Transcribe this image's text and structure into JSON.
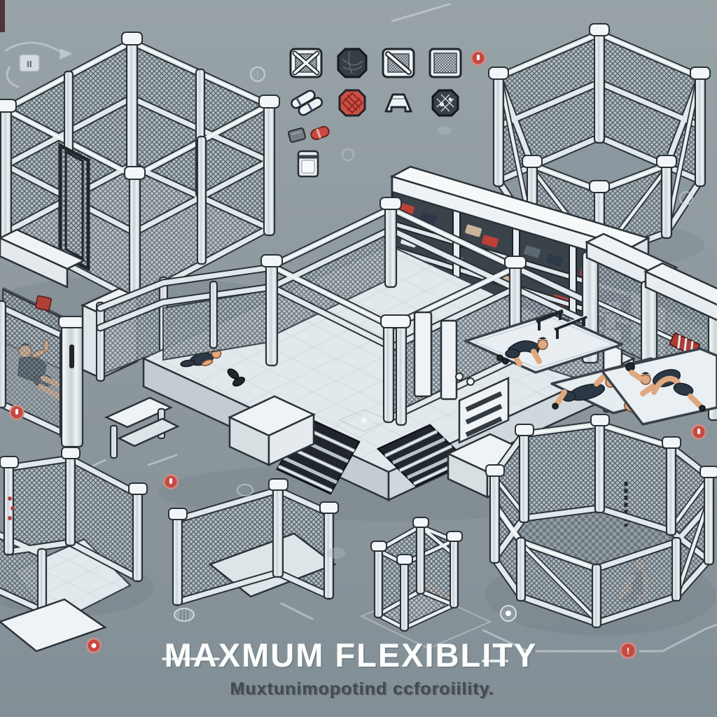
{
  "title": {
    "text": "MAXMUM FLEXIBLITY"
  },
  "subtitle": {
    "text": "Muxtunimopotind ccforoiility."
  },
  "markers": {
    "alert_glyph": "!",
    "bars_glyph": "II",
    "dot_glyph": "I"
  },
  "legend": {
    "row1": [
      {
        "name": "mesh-panel-x-brace-icon"
      },
      {
        "name": "dark-octagon-cage-icon"
      },
      {
        "name": "mesh-panel-slash-brace-icon"
      },
      {
        "name": "mesh-panel-plain-icon"
      }
    ],
    "row2": [
      {
        "name": "rolled-mats-icon"
      },
      {
        "name": "red-octagon-cage-icon"
      },
      {
        "name": "ramp-icon"
      },
      {
        "name": "dark-octagon-mesh-icon"
      }
    ],
    "loose_items": [
      {
        "name": "pad-icon"
      },
      {
        "name": "red-capsule-icon"
      },
      {
        "name": "canister-icon"
      }
    ]
  },
  "colors": {
    "background_top": "#98a3a8",
    "background_bottom": "#838f96",
    "frame_white": "#eff3f6",
    "outline": "#2b3238",
    "mesh_fill": "#b4bec5",
    "mesh_line": "#566068",
    "floor_light": "#e2e9ec",
    "accent_red": "#c64a42",
    "badge_ring": "#d98b84",
    "title_color": "#fcfdfd",
    "subtitle_color": "#434b51",
    "path_line": "#ccd6da"
  }
}
